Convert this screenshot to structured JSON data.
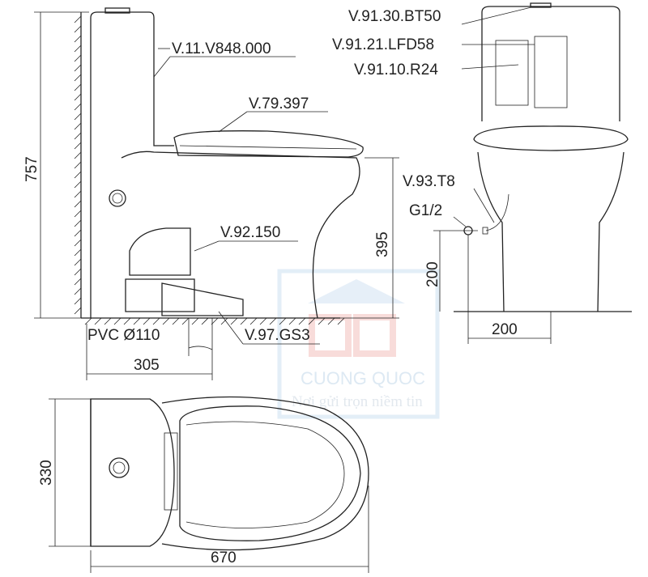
{
  "labels": {
    "tank": "V.11.V848.000",
    "seat": "V.79.397",
    "valve": "V.92.150",
    "pipe": "PVC Ø110",
    "gasket": "V.97.GS3",
    "flush_button": "V.91.30.BT50",
    "fill_valve": "V.91.21.LFD58",
    "flush_valve": "V.91.10.R24",
    "angle_valve": "V.93.T8",
    "thread": "G1/2"
  },
  "dimensions": {
    "height_total": "757",
    "seat_height": "395",
    "rough_in": "305",
    "inlet_height": "200",
    "inlet_offset": "200",
    "width": "330",
    "length": "670"
  },
  "watermark": {
    "brand": "CUONG QUOC",
    "tagline": "Nơi gửi trọn niềm tin",
    "color": "#dbe8f3",
    "logo_color": "#f6d5d3"
  }
}
